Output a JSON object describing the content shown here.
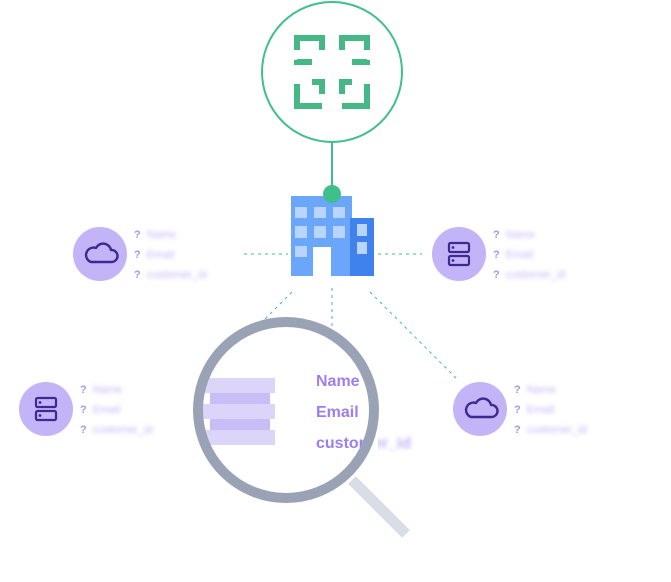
{
  "colors": {
    "green": "#3fc08a",
    "blue_light": "#7fb3ff",
    "blue_mid": "#5b9bfb",
    "blue_dark": "#3f82ee",
    "purple_bg": "#c3b4f7",
    "purple_icon": "#3b2a8f",
    "purple_text": "#9b7ff0",
    "lens_frame": "#9aa3b5"
  },
  "icons": {
    "top": "qr-frame-icon",
    "center": "building-icon",
    "left_top": "cloud-icon",
    "right_top": "server-icon",
    "left_bottom": "server-icon",
    "right_bottom": "cloud-icon",
    "magnifier": "magnifier-icon"
  },
  "nodes": {
    "left_top": {
      "fields": [
        "Name",
        "Email",
        "customer_id"
      ]
    },
    "right_top": {
      "fields": [
        "Name",
        "Email",
        "customer_id"
      ]
    },
    "left_bottom": {
      "fields": [
        "Name",
        "Email",
        "customer_id"
      ]
    },
    "right_bottom": {
      "fields": [
        "Name",
        "Email",
        "customer_id"
      ]
    }
  },
  "field_marker": "?",
  "lens": {
    "fields": [
      "Name",
      "Email",
      "customer_id"
    ]
  }
}
